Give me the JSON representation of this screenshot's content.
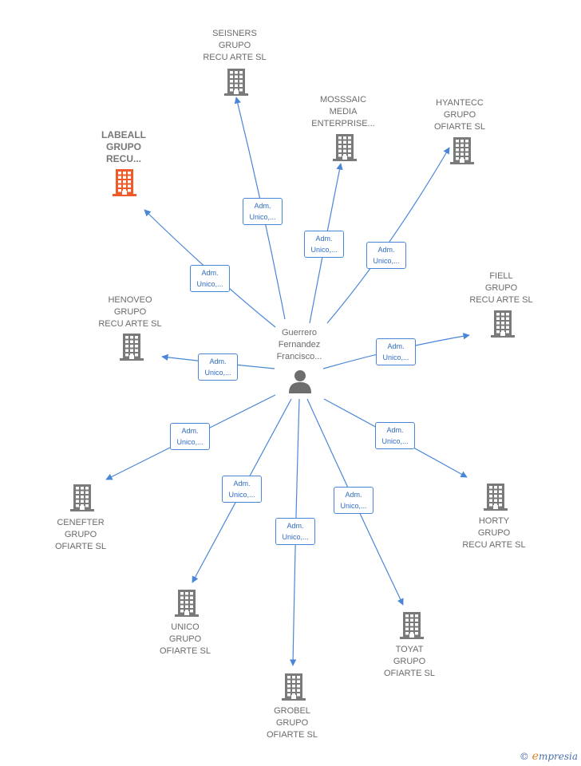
{
  "center": {
    "name": "Guerrero\nFernandez\nFrancisco..."
  },
  "role_label": "Adm.\nUnico,...",
  "companies": [
    {
      "id": "seisners",
      "name": "SEISNERS\nGRUPO\nRECU ARTE  SL",
      "highlight": false
    },
    {
      "id": "mosssaic",
      "name": "MOSSSAIC\nMEDIA\nENTERPRISE...",
      "highlight": false
    },
    {
      "id": "hyantecc",
      "name": "HYANTECC\nGRUPO\nOFIARTE  SL",
      "highlight": false
    },
    {
      "id": "labeall",
      "name": "LABEALL\nGRUPO\nRECU...",
      "highlight": true
    },
    {
      "id": "fiell",
      "name": "FIELL\nGRUPO\nRECU ARTE  SL",
      "highlight": false
    },
    {
      "id": "henoveo",
      "name": "HENOVEO\nGRUPO\nRECU ARTE  SL",
      "highlight": false
    },
    {
      "id": "cenefter",
      "name": "CENEFTER\nGRUPO\nOFIARTE  SL",
      "highlight": false
    },
    {
      "id": "horty",
      "name": "HORTY\nGRUPO\nRECU ARTE  SL",
      "highlight": false
    },
    {
      "id": "unico",
      "name": "UNICO\nGRUPO\nOFIARTE  SL",
      "highlight": false
    },
    {
      "id": "toyat",
      "name": "TOYAT\nGRUPO\nOFIARTE  SL",
      "highlight": false
    },
    {
      "id": "grobel",
      "name": "GROBEL\nGRUPO\nOFIARTE  SL",
      "highlight": false
    }
  ],
  "colors": {
    "edge": "#4a86d8",
    "building": "#7a7a7a",
    "highlight": "#f05a28",
    "person": "#6e6e6e"
  },
  "brand": {
    "symbol": "©",
    "initial": "e",
    "rest": "mpresia"
  }
}
